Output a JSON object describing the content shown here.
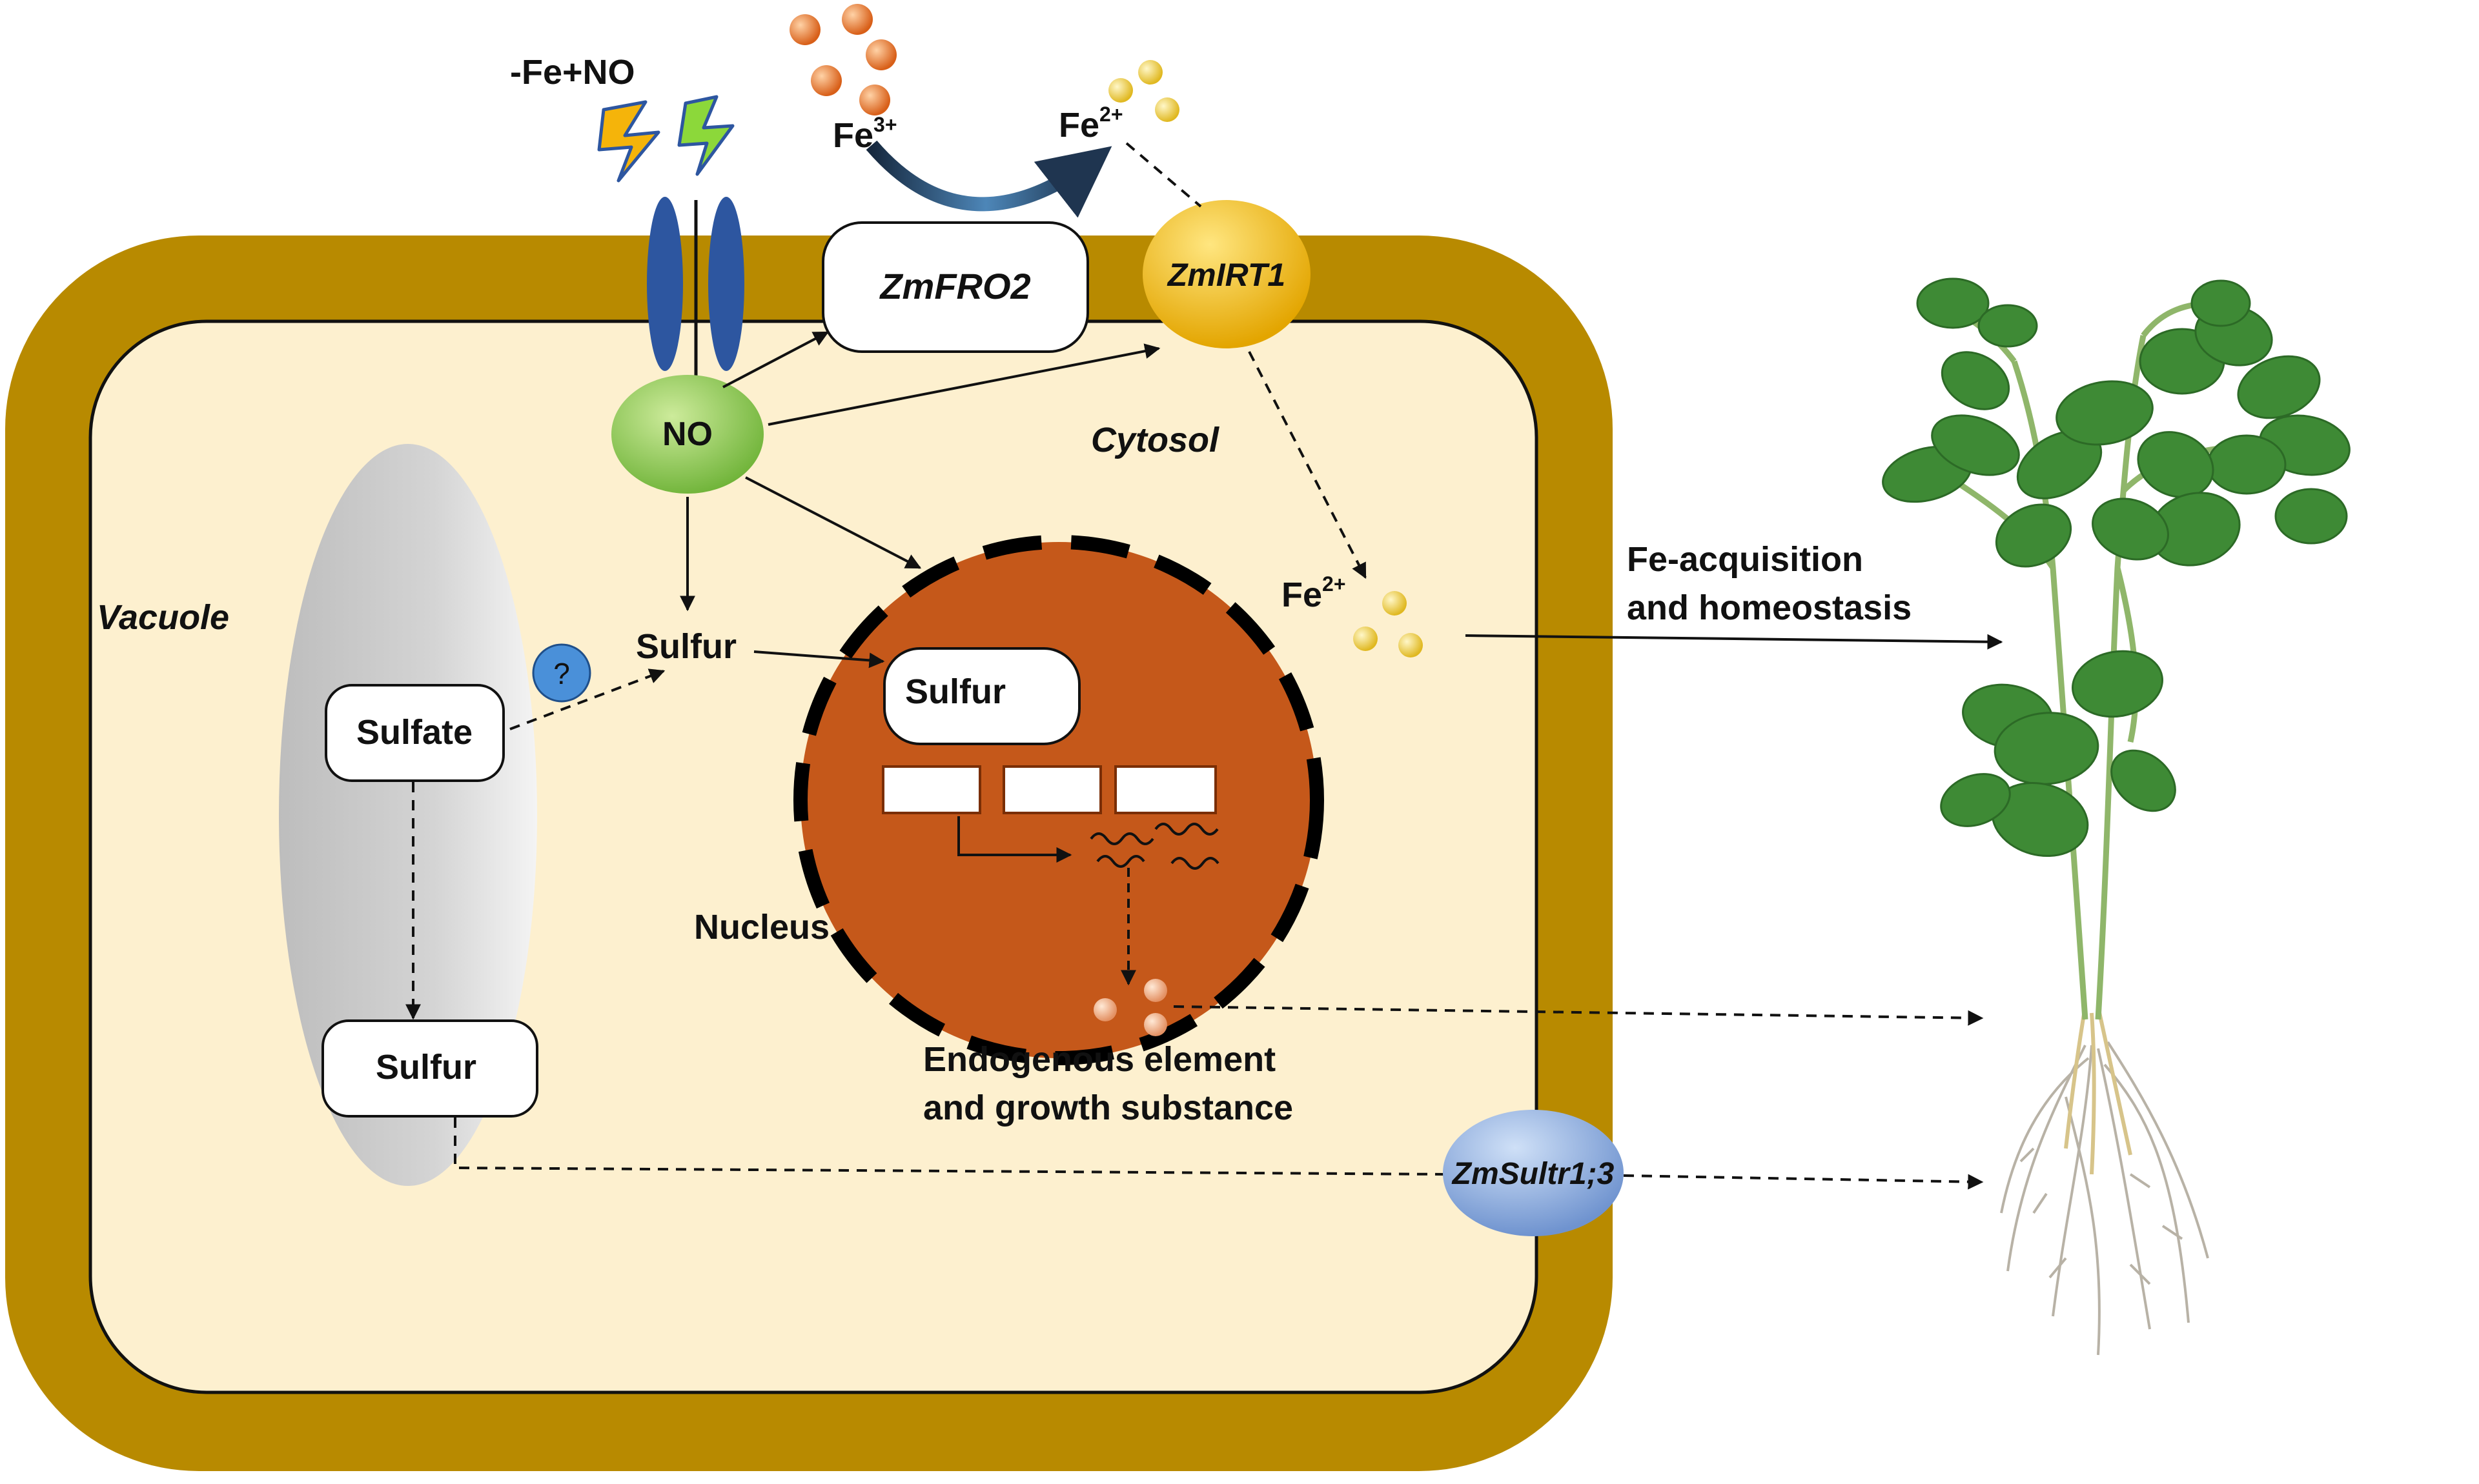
{
  "stimulus": {
    "label": "-Fe+NO"
  },
  "iron": {
    "fe3_label": "Fe",
    "fe3_charge": "3+",
    "fe2_label": "Fe",
    "fe2_charge": "2+"
  },
  "proteins": {
    "fro2": "ZmFRO2",
    "irt1": "ZmIRT1",
    "sultr": "ZmSultr1;3"
  },
  "compartments": {
    "cytosol": "Cytosol",
    "vacuole": "Vacuole",
    "nucleus": "Nucleus"
  },
  "signals": {
    "no": "NO",
    "unknown": "?"
  },
  "metabolites": {
    "sulfur_cytosol": "Sulfur",
    "sulfur_nucleus": "Sulfur",
    "sulfate_vacuole": "Sulfate",
    "sulfur_vacuole": "Sulfur"
  },
  "outputs": {
    "fe_line1": "Fe-acquisition",
    "fe_line2": "and homeostasis",
    "endo_line1": "Endogenous element",
    "endo_line2": "and  growth substance"
  },
  "colors": {
    "cell_wall": "#B88A00",
    "cytoplasm": "#FDF0CF",
    "nucleus": "#C5581A",
    "no_signal": "#8CCB4C",
    "irt1": "#F2B800",
    "sultr": "#8FAEDE",
    "channel": "#2D56A0",
    "fe3_ball": "#E8742A",
    "fe2_ball": "#F0D23A"
  },
  "icons": [
    "lightning-bolt-icon",
    "soybean-plant-icon"
  ]
}
